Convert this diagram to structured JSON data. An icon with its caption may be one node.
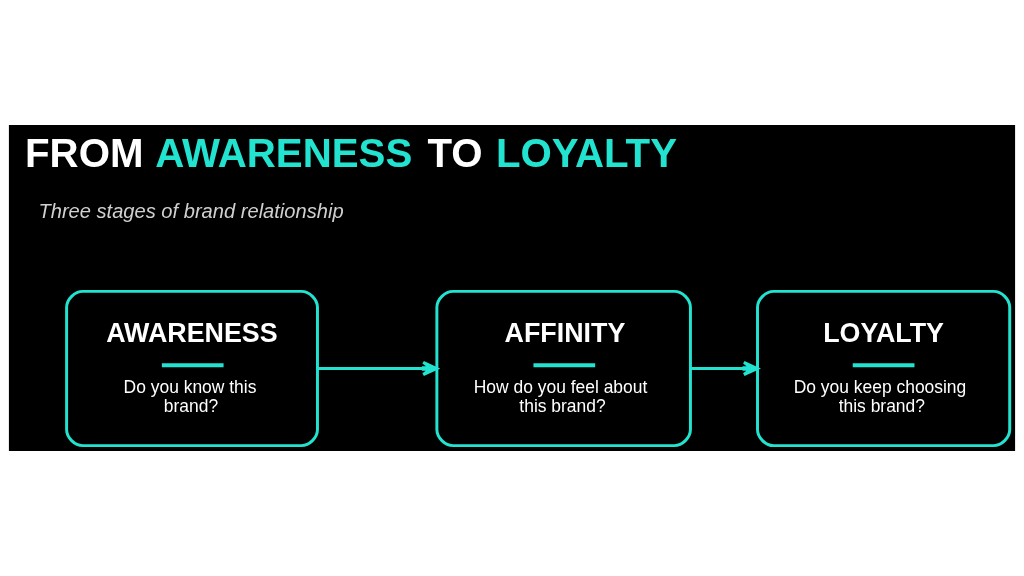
{
  "diagram": {
    "title": "FROM AWARENESS TO LOYALTY",
    "nodes": [
      {
        "text": [
          "AWARENESS",
          "Do you know this brand?"
        ]
      },
      {
        "text": [
          "AFFINITY",
          "How do you feel about this brand?"
        ]
      },
      {
        "text": [
          "LOYALTY",
          "Do you keep choosing this brand?"
        ]
      }
    ],
    "edges": [
      {
        "from": 0,
        "to": 1,
        "arrow": "to"
      },
      {
        "from": 1,
        "to": 2,
        "arrow": "to"
      }
    ],
    "labels": [
      "Three stages of brand relationship"
    ]
  }
}
